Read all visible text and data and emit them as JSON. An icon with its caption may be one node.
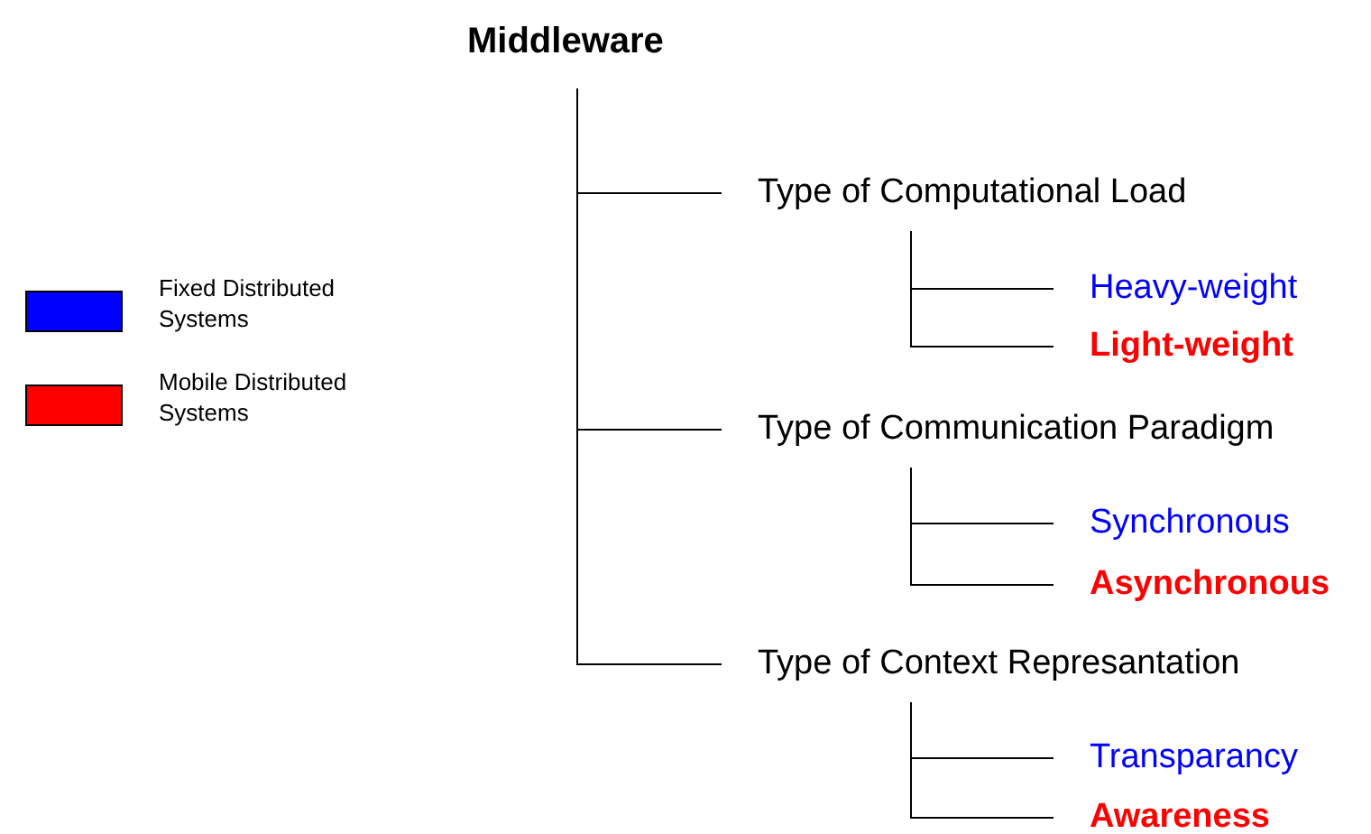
{
  "diagram": {
    "nodes": [
      {
        "text": [
          "Middleware"
        ]
      },
      {
        "text": [
          "Type of Computational Load"
        ]
      },
      {
        "text": [
          "Heavy-weight"
        ]
      },
      {
        "text": [
          "Light-weight"
        ]
      },
      {
        "text": [
          "Type of Communication Paradigm"
        ]
      },
      {
        "text": [
          "Synchronous"
        ]
      },
      {
        "text": [
          "Asynchronous"
        ]
      },
      {
        "text": [
          "Type of Context Represantation"
        ]
      },
      {
        "text": [
          "Transparancy"
        ]
      },
      {
        "text": [
          "Awareness"
        ]
      }
    ],
    "edges": [
      {
        "from": 0,
        "to": 1,
        "arrow": "none"
      },
      {
        "from": 0,
        "to": 4,
        "arrow": "none"
      },
      {
        "from": 0,
        "to": 7,
        "arrow": "none"
      },
      {
        "from": 1,
        "to": 2,
        "arrow": "none"
      },
      {
        "from": 1,
        "to": 3,
        "arrow": "none"
      },
      {
        "from": 4,
        "to": 5,
        "arrow": "none"
      },
      {
        "from": 4,
        "to": 6,
        "arrow": "none"
      },
      {
        "from": 7,
        "to": 8,
        "arrow": "none"
      },
      {
        "from": 7,
        "to": 9,
        "arrow": "none"
      }
    ],
    "legend": [
      {
        "text": "Fixed Distributed Systems",
        "color": "#0000ff"
      },
      {
        "text": "Mobile Distributed Systems",
        "color": "#ff0000"
      }
    ]
  }
}
